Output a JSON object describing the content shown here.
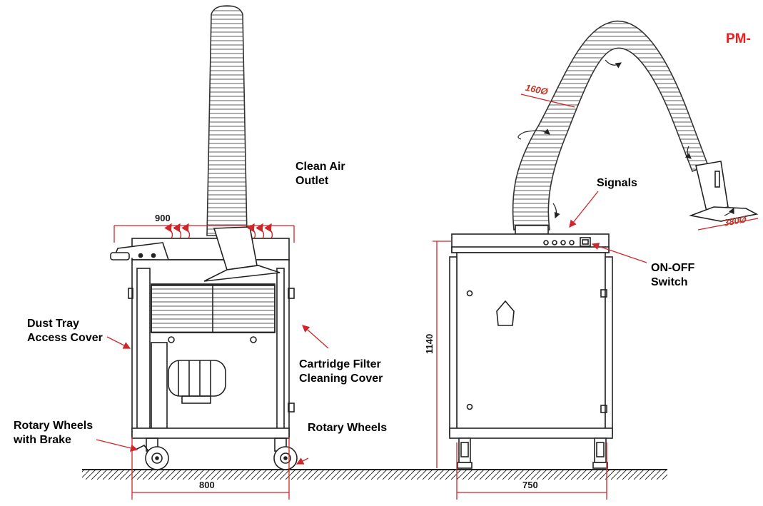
{
  "model_label": "PM-",
  "labels": {
    "clean_air_outlet": [
      "Clean Air",
      "Outlet"
    ],
    "signals": "Signals",
    "on_off_switch": [
      "ON-OFF",
      "Switch"
    ],
    "dust_tray_access_cover": [
      "Dust Tray",
      "Access Cover"
    ],
    "cartridge_filter_cleaning_cover": [
      "Cartridge Filter",
      "Cleaning Cover"
    ],
    "rotary_wheels_with_brake": [
      "Rotary Wheels",
      "with Brake"
    ],
    "rotary_wheels": "Rotary Wheels"
  },
  "dimensions": {
    "top_width_side": "900",
    "base_width_side": "800",
    "base_width_front": "750",
    "height_front": "1140",
    "hose_diameter": "160Ø",
    "hood_diameter": "380Ø"
  },
  "colors": {
    "label_text": "#000000",
    "model_text": "#ee1c1c",
    "leader_arrows": "#d0262a",
    "drawing_lines": "#1a1a1a"
  }
}
